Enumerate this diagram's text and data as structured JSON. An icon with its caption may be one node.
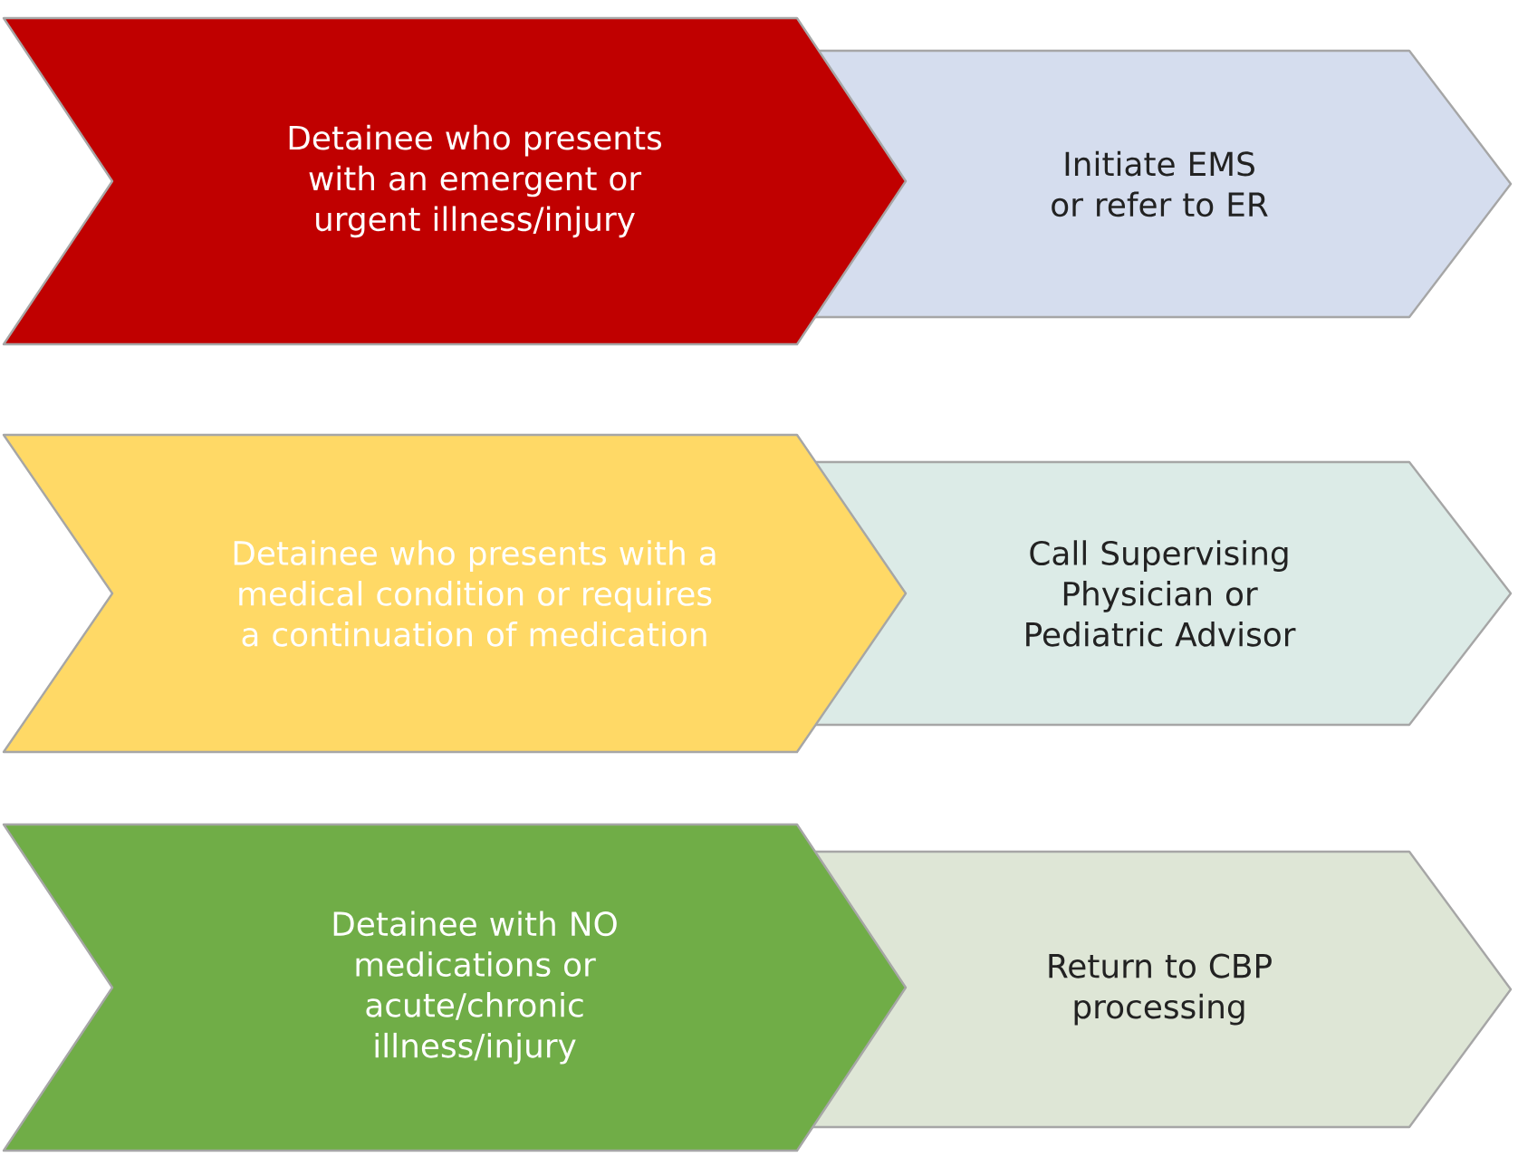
{
  "diagram": {
    "nodes": [
      {
        "text": [
          "Detainee who presents with an emergent or urgent illness/injury"
        ]
      },
      {
        "text": [
          "Initiate EMS or refer to ER"
        ]
      },
      {
        "text": [
          "Detainee who presents with a medical condition or requires a continuation of medication"
        ]
      },
      {
        "text": [
          "Call Supervising Physician or Pediatric Advisor"
        ]
      },
      {
        "text": [
          "Detainee with NO medications or acute/chronic illness/injury"
        ]
      },
      {
        "text": [
          "Return to CBP processing"
        ]
      }
    ]
  }
}
